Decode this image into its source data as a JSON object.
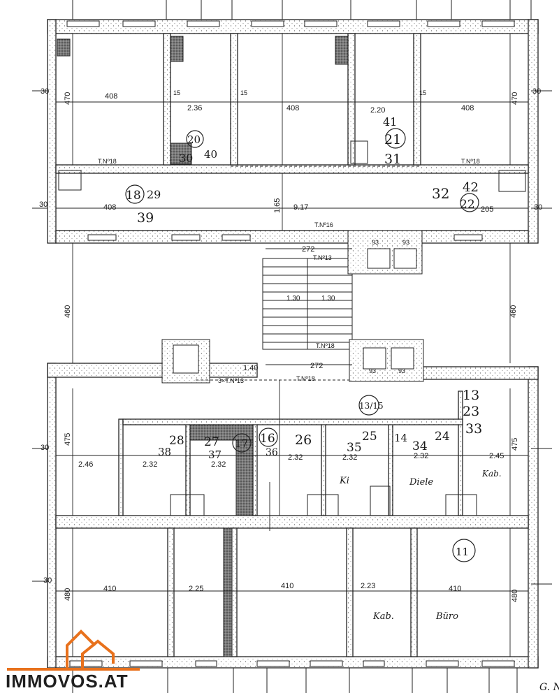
{
  "plan": {
    "dimensions": [
      {
        "id": "d408a",
        "text": "408"
      },
      {
        "id": "d236",
        "text": "2.36"
      },
      {
        "id": "d408b",
        "text": "408"
      },
      {
        "id": "d220",
        "text": "2.20"
      },
      {
        "id": "d408c",
        "text": "408"
      },
      {
        "id": "d408d",
        "text": "408"
      },
      {
        "id": "d917",
        "text": "9.17"
      },
      {
        "id": "d205",
        "text": "205"
      },
      {
        "id": "d272a",
        "text": "272"
      },
      {
        "id": "d272b",
        "text": "272"
      },
      {
        "id": "d140",
        "text": "1.40"
      },
      {
        "id": "d246a",
        "text": "2.46"
      },
      {
        "id": "d232a",
        "text": "2.32"
      },
      {
        "id": "d232b",
        "text": "2.32"
      },
      {
        "id": "d232c",
        "text": "2.32"
      },
      {
        "id": "d232d",
        "text": "2.32"
      },
      {
        "id": "d232e",
        "text": "2.32"
      },
      {
        "id": "d245",
        "text": "2.45"
      },
      {
        "id": "d410a",
        "text": "410"
      },
      {
        "id": "d225",
        "text": "2.25"
      },
      {
        "id": "d410b",
        "text": "410"
      },
      {
        "id": "d223",
        "text": "2.23"
      },
      {
        "id": "d410c",
        "text": "410"
      },
      {
        "id": "d30a",
        "text": "30"
      },
      {
        "id": "d30b",
        "text": "30"
      },
      {
        "id": "d30c",
        "text": "30"
      },
      {
        "id": "d30d",
        "text": "30"
      },
      {
        "id": "d30e",
        "text": "30"
      },
      {
        "id": "d30f",
        "text": "30"
      },
      {
        "id": "d470a",
        "text": "470"
      },
      {
        "id": "d470b",
        "text": "470"
      },
      {
        "id": "d460a",
        "text": "460"
      },
      {
        "id": "d460b",
        "text": "460"
      },
      {
        "id": "d475a",
        "text": "475"
      },
      {
        "id": "d475b",
        "text": "475"
      },
      {
        "id": "d480a",
        "text": "480"
      },
      {
        "id": "d480b",
        "text": "480"
      },
      {
        "id": "d165",
        "text": "1.65"
      },
      {
        "id": "d93a",
        "text": "93"
      },
      {
        "id": "d93b",
        "text": "93"
      },
      {
        "id": "d93c",
        "text": "93"
      },
      {
        "id": "d93d",
        "text": "93"
      },
      {
        "id": "d130a",
        "text": "1.30"
      },
      {
        "id": "d130b",
        "text": "1.30"
      },
      {
        "id": "d15a",
        "text": "15"
      },
      {
        "id": "d15b",
        "text": "15"
      },
      {
        "id": "d15c",
        "text": "15"
      }
    ],
    "tags": [
      {
        "id": "tn18a",
        "text": "T.Nº18"
      },
      {
        "id": "tn18b",
        "text": "T.Nº18"
      },
      {
        "id": "tn16",
        "text": "T.Nº16"
      },
      {
        "id": "tn13a",
        "text": "T.Nº13"
      },
      {
        "id": "tn18c",
        "text": "T.Nº18"
      },
      {
        "id": "tn18d",
        "text": "T.Nº18"
      },
      {
        "id": "tn13b",
        "text": "3×T.Nº13"
      }
    ],
    "handwritten": [
      {
        "id": "h20",
        "text": "20"
      },
      {
        "id": "h30",
        "text": "30"
      },
      {
        "id": "h40",
        "text": "40"
      },
      {
        "id": "h41",
        "text": "41"
      },
      {
        "id": "h21",
        "text": "21"
      },
      {
        "id": "h31",
        "text": "31"
      },
      {
        "id": "h18",
        "text": "18"
      },
      {
        "id": "h29",
        "text": "29"
      },
      {
        "id": "h39",
        "text": "39"
      },
      {
        "id": "h32",
        "text": "32"
      },
      {
        "id": "h42",
        "text": "42"
      },
      {
        "id": "h22",
        "text": "22"
      },
      {
        "id": "h13",
        "text": "13"
      },
      {
        "id": "h23",
        "text": "23"
      },
      {
        "id": "h33",
        "text": "33"
      },
      {
        "id": "h1315",
        "text": "13/15"
      },
      {
        "id": "h28",
        "text": "28"
      },
      {
        "id": "h38",
        "text": "38"
      },
      {
        "id": "h27",
        "text": "27"
      },
      {
        "id": "h37",
        "text": "37"
      },
      {
        "id": "h17",
        "text": "17"
      },
      {
        "id": "h16",
        "text": "16"
      },
      {
        "id": "h36",
        "text": "36"
      },
      {
        "id": "h26",
        "text": "26"
      },
      {
        "id": "h25",
        "text": "25"
      },
      {
        "id": "h35",
        "text": "35"
      },
      {
        "id": "h14",
        "text": "14"
      },
      {
        "id": "h34",
        "text": "34"
      },
      {
        "id": "h24",
        "text": "24"
      },
      {
        "id": "h11",
        "text": "11"
      },
      {
        "id": "hkab1",
        "text": "Kab."
      },
      {
        "id": "hbro",
        "text": "Büro"
      },
      {
        "id": "hkab2",
        "text": "Kab."
      },
      {
        "id": "hdiele",
        "text": "Diele"
      },
      {
        "id": "hki",
        "text": "Ki"
      },
      {
        "id": "hsig",
        "text": "G. N."
      }
    ]
  },
  "logo": {
    "text": "IMMOVOS.AT",
    "color": "#e8711c"
  }
}
